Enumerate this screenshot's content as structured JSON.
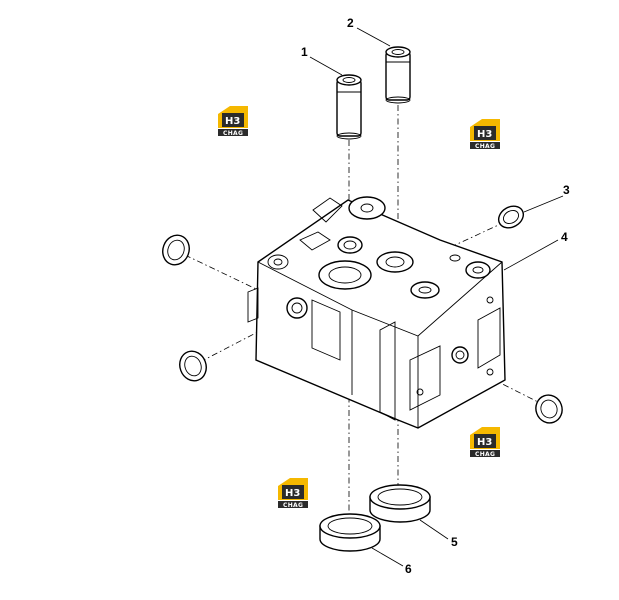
{
  "diagram": {
    "callouts": [
      "1",
      "2",
      "3",
      "4",
      "5",
      "6"
    ],
    "watermark": {
      "mark": "H3",
      "text": "CHAG",
      "colors": {
        "yellow": "#f5b800",
        "dark": "#2b2b2b"
      }
    }
  }
}
